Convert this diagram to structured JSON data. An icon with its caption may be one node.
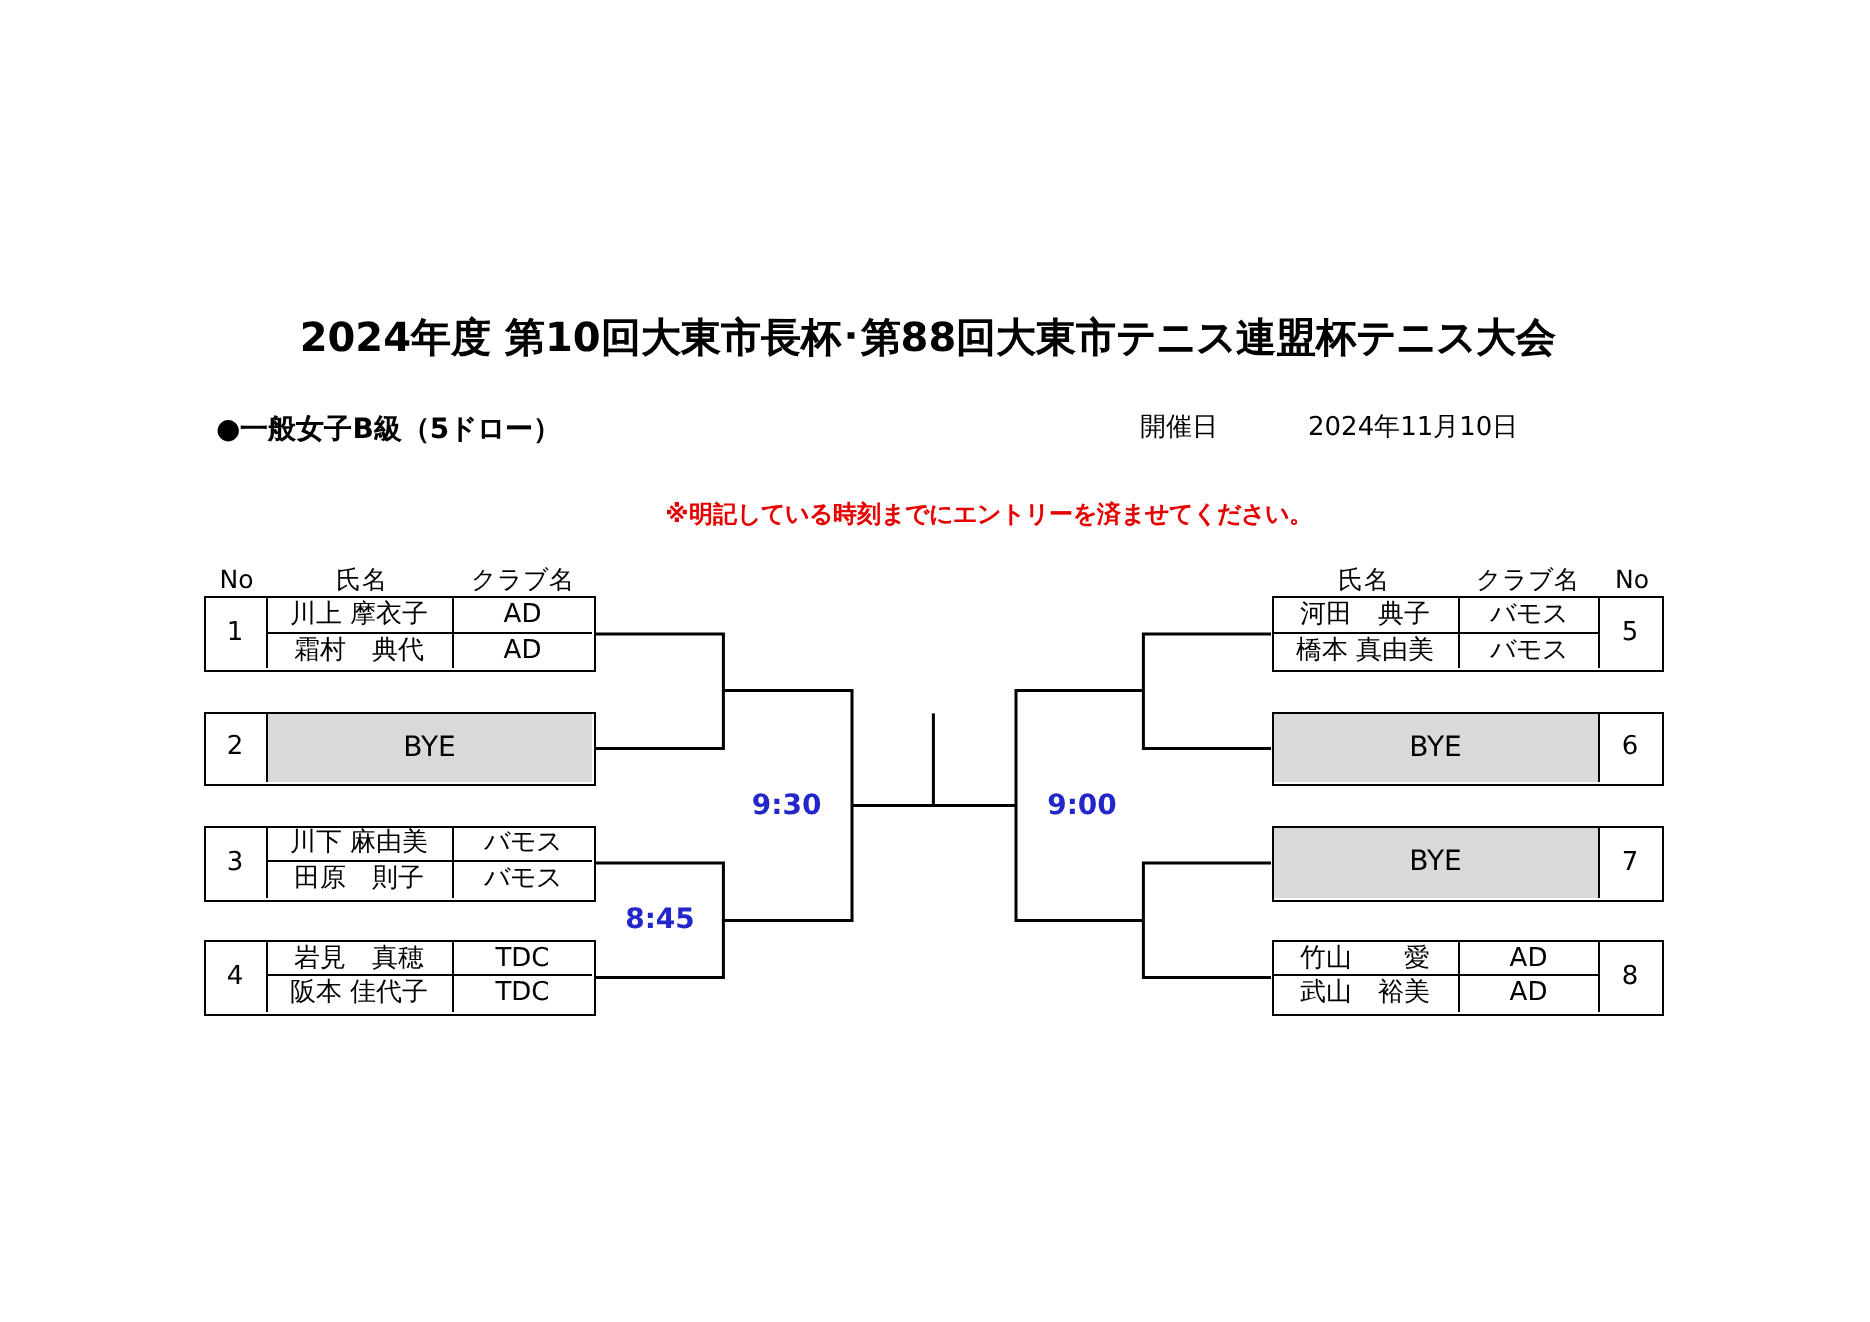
{
  "diagram": {
    "title": "2024年度 第10回大東市長杯･第88回大東市テニス連盟杯テニス大会",
    "nodes": [
      {
        "text": [
          "1",
          "川上 摩衣子",
          "AD",
          "霜村　典代",
          "AD"
        ]
      },
      {
        "text": [
          "2",
          "BYE"
        ]
      },
      {
        "text": [
          "3",
          "川下 麻由美",
          "バモス",
          "田原　則子",
          "バモス"
        ]
      },
      {
        "text": [
          "4",
          "岩見　真穂",
          "TDC",
          "阪本 佳代子",
          "TDC"
        ]
      },
      {
        "text": [
          "河田　典子",
          "バモス",
          "5",
          "橋本 真由美",
          "バモス"
        ]
      },
      {
        "text": [
          "BYE",
          "6"
        ]
      },
      {
        "text": [
          "BYE",
          "7"
        ]
      },
      {
        "text": [
          "竹山　　愛",
          "AD",
          "8",
          "武山　裕美",
          "AD"
        ]
      }
    ],
    "edges": [
      {
        "from": 0,
        "to": 1,
        "arrow": "none"
      },
      {
        "from": 2,
        "to": 3,
        "arrow": "none",
        "label": "8:45"
      },
      {
        "from": 4,
        "to": 5,
        "arrow": "none"
      },
      {
        "from": 6,
        "to": 7,
        "arrow": "none"
      }
    ],
    "labels": [
      "●一般女子B級（5ドロー）",
      "開催日",
      "2024年11月10日",
      "※明記している時刻までにエントリーを済ませてください。",
      "No",
      "氏名",
      "クラブ名",
      "氏名",
      "クラブ名",
      "No",
      "9:30",
      "9:00"
    ]
  }
}
